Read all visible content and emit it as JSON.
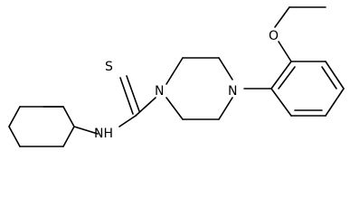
{
  "molecule": {
    "atoms": [
      {
        "id": "S",
        "label": "S"
      },
      {
        "id": "NH",
        "label": "NH"
      },
      {
        "id": "N1",
        "label": "N"
      },
      {
        "id": "N4",
        "label": "N"
      },
      {
        "id": "O",
        "label": "O"
      }
    ]
  },
  "colors": {
    "bond": "#000000",
    "background": "#ffffff"
  }
}
